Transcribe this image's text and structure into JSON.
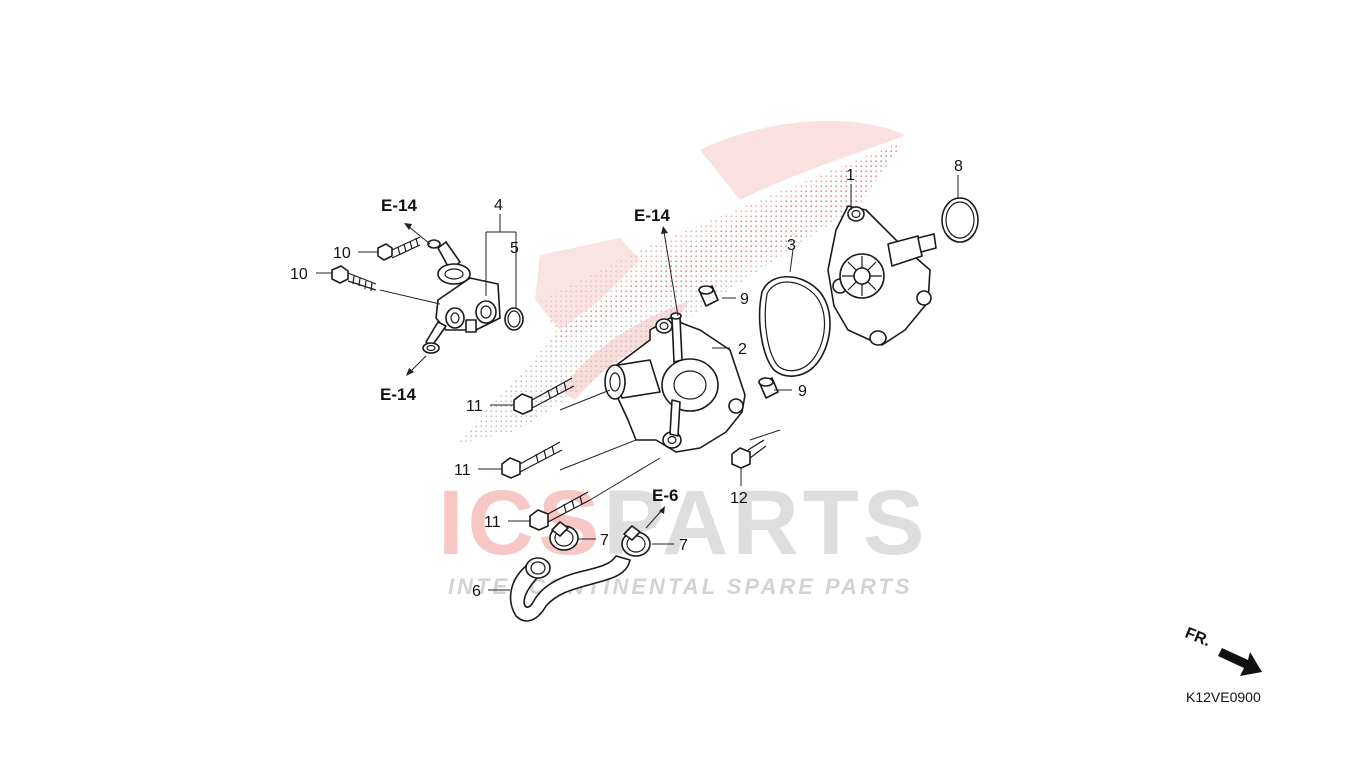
{
  "diagram": {
    "drawing_code": "K12VE0900",
    "front_marker": "FR.",
    "watermark": {
      "brand": "ICSPARTS",
      "brand_accent": "ICS",
      "brand_rest": "PARTS",
      "tagline": "INTERCONTINENTAL SPARE PARTS",
      "accent_color": "#e53935",
      "gray_color": "#9e9e9e"
    },
    "references": [
      "E-14",
      "E-14",
      "E-14",
      "E-6"
    ],
    "callouts": [
      "1",
      "2",
      "3",
      "4",
      "5",
      "6",
      "7",
      "7",
      "8",
      "9",
      "9",
      "10",
      "10",
      "11",
      "11",
      "11",
      "12"
    ]
  }
}
